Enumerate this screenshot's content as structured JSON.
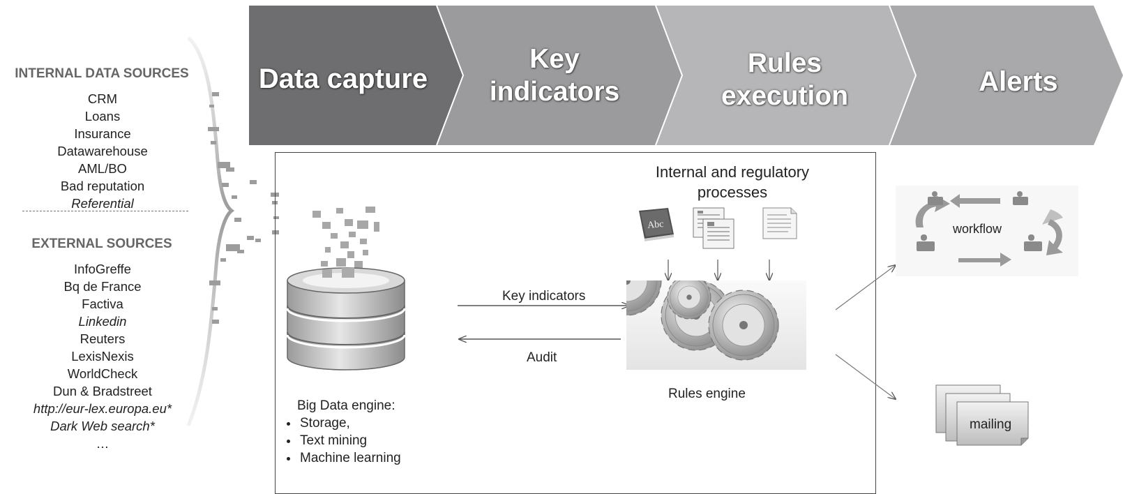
{
  "stages": [
    {
      "label": "Data capture"
    },
    {
      "label": "Key indicators"
    },
    {
      "label": "Rules execution"
    },
    {
      "label": "Alerts"
    }
  ],
  "internal_sources": {
    "heading": "INTERNAL DATA SOURCES",
    "items": [
      {
        "text": "CRM",
        "italic": false
      },
      {
        "text": "Loans",
        "italic": false
      },
      {
        "text": "Insurance",
        "italic": false
      },
      {
        "text": "Datawarehouse",
        "italic": false
      },
      {
        "text": "AML/BO",
        "italic": false
      },
      {
        "text": "Bad reputation",
        "italic": false
      },
      {
        "text": "Referential",
        "italic": true
      }
    ]
  },
  "external_sources": {
    "heading": "EXTERNAL SOURCES",
    "items": [
      {
        "text": "InfoGreffe",
        "italic": false
      },
      {
        "text": "Bq de France",
        "italic": false
      },
      {
        "text": "Factiva",
        "italic": false
      },
      {
        "text": "Linkedin",
        "italic": true
      },
      {
        "text": "Reuters",
        "italic": false
      },
      {
        "text": "LexisNexis",
        "italic": false
      },
      {
        "text": "WorldCheck",
        "italic": false
      },
      {
        "text": "Dun & Bradstreet",
        "italic": false
      },
      {
        "text": "http://eur-lex.europa.eu*",
        "italic": true
      },
      {
        "text": "Dark Web search*",
        "italic": true
      },
      {
        "text": "…",
        "italic": false
      }
    ]
  },
  "big_data": {
    "title": "Big Data engine:",
    "features": [
      "Storage,",
      "Text mining",
      "Machine learning"
    ]
  },
  "flows": {
    "forward_label": "Key indicators",
    "back_label": "Audit"
  },
  "processes": {
    "title_line1": "Internal and regulatory",
    "title_line2": "processes",
    "book_label": "Abc"
  },
  "rules_engine": {
    "label": "Rules engine"
  },
  "outputs": {
    "workflow_label": "workflow",
    "mailing_label": "mailing"
  },
  "colors": {
    "stage1": "#6e6e70",
    "stage2": "#9b9b9d",
    "stage3": "#b6b6b8",
    "stage4": "#a9a9ab",
    "heading_gray": "#666666"
  }
}
